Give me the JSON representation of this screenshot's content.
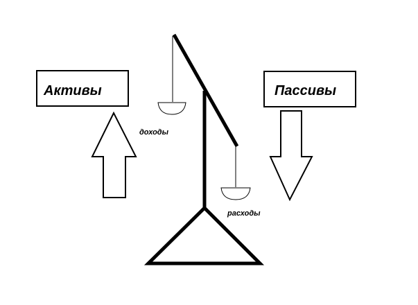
{
  "diagram": {
    "assets_label": "Активы",
    "liabilities_label": "Пассивы",
    "income_label": "доходы",
    "expenses_label": "расходы"
  },
  "colors": {
    "stroke": "#000000",
    "background": "#ffffff"
  },
  "icons": [
    "arrow-up-icon",
    "arrow-down-icon",
    "scale-icon"
  ]
}
